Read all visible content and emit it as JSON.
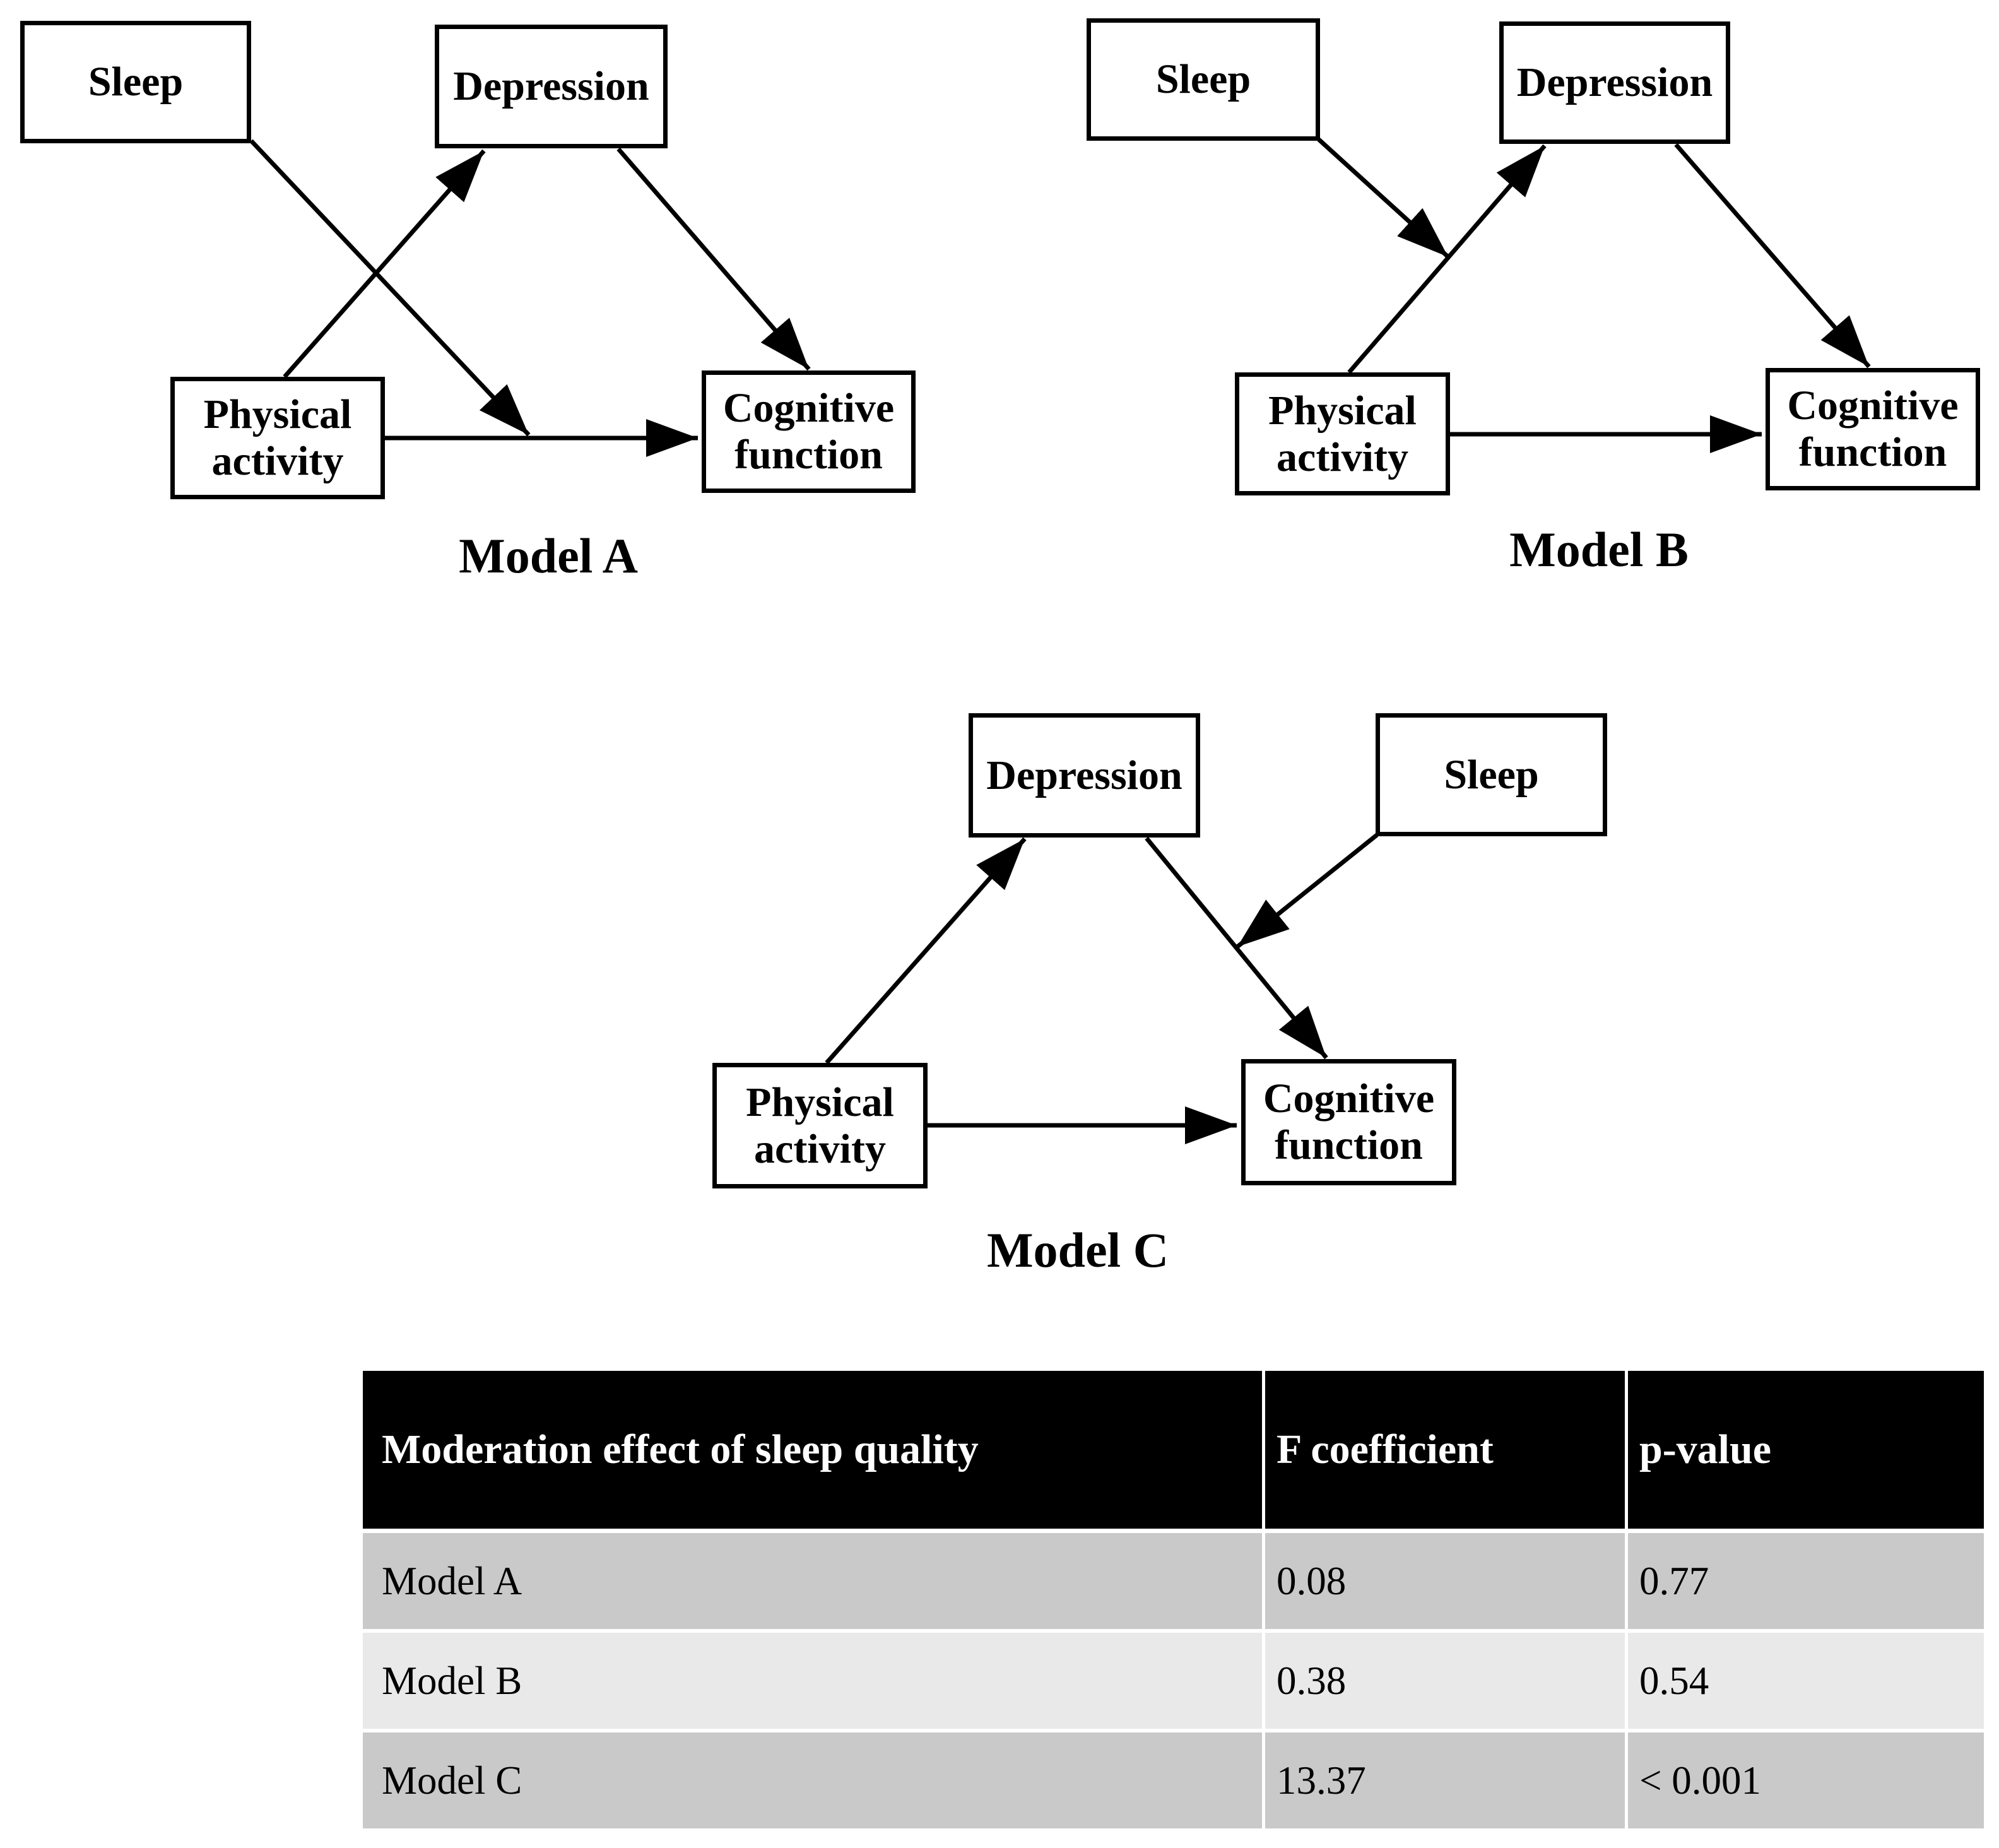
{
  "models": {
    "A": {
      "caption": "Model A",
      "sleep": "Sleep",
      "depression": "Depression",
      "physical": "Physical activity",
      "cognitive": "Cognitive function",
      "edges": [
        "Physical activity -> Depression",
        "Depression -> Cognitive function",
        "Physical activity -> Cognitive function",
        "Sleep -> moderates (Physical activity -> Cognitive function) path"
      ]
    },
    "B": {
      "caption": "Model B",
      "sleep": "Sleep",
      "depression": "Depression",
      "physical": "Physical activity",
      "cognitive": "Cognitive function",
      "edges": [
        "Physical activity -> Depression",
        "Depression -> Cognitive function",
        "Physical activity -> Cognitive function",
        "Sleep -> moderates (Physical activity -> Depression) path"
      ]
    },
    "C": {
      "caption": "Model C",
      "sleep": "Sleep",
      "depression": "Depression",
      "physical": "Physical activity",
      "cognitive": "Cognitive function",
      "edges": [
        "Physical activity -> Depression",
        "Depression -> Cognitive function",
        "Physical activity -> Cognitive function",
        "Sleep -> moderates (Depression -> Cognitive function) path"
      ]
    }
  },
  "table": {
    "headers": [
      "Moderation effect of sleep quality",
      "F coefficient",
      "p-value"
    ],
    "rows": [
      {
        "model": "Model A",
        "f": "0.08",
        "p": "0.77"
      },
      {
        "model": "Model B",
        "f": "0.38",
        "p": "0.54"
      },
      {
        "model": "Model C",
        "f": "13.37",
        "p": "< 0.001"
      }
    ]
  },
  "colors": {
    "page_bg": "#ffffff",
    "diagram_line": "#000000",
    "box_border": "#000000",
    "table_header_bg": "#000000",
    "table_header_text": "#ffffff",
    "table_row_shaded": "#c9c9c9",
    "table_row_light": "#e9e9e9",
    "text": "#000000"
  }
}
